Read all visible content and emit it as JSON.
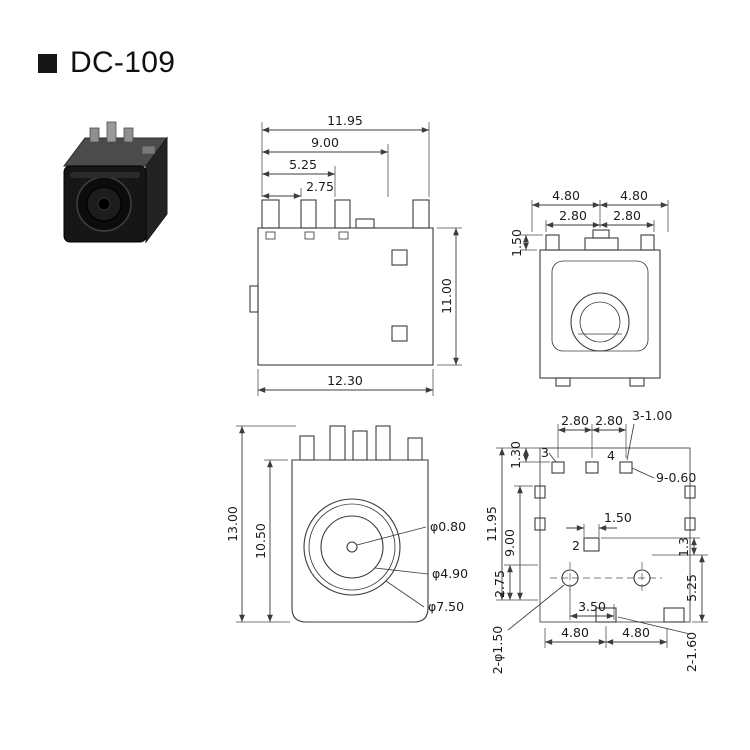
{
  "title": "DC-109",
  "front_view": {
    "w_top": "11.95",
    "w_9": "9.00",
    "w_5": "5.25",
    "w_2": "2.75",
    "height": "11.00",
    "w_bottom": "12.30"
  },
  "side_view": {
    "top_left": "4.80",
    "top_right": "4.80",
    "mid_left": "2.80",
    "mid_right": "2.80",
    "pin_h": "1.50"
  },
  "face_view": {
    "height": "13.00",
    "body_h": "10.50",
    "dia_pin": "φ0.80",
    "dia_mid": "φ4.90",
    "dia_outer": "φ7.50"
  },
  "footprint": {
    "pitch_left": "2.80",
    "pitch_right": "2.80",
    "pads_top": "3-1.00",
    "pin3": "3",
    "pin4": "4",
    "pads_small": "9-0.60",
    "offset_top": "1.30",
    "len_total": "11.95",
    "len_9": "9.00",
    "pad2_w": "1.50",
    "pin2": "2",
    "offset_275": "2.75",
    "off_13": "1.3",
    "off_525": "5.25",
    "hole_pitch": "3.50",
    "span_left": "4.80",
    "span_right": "4.80",
    "holes": "2-φ1.50",
    "pads_bottom": "2-1.60"
  }
}
